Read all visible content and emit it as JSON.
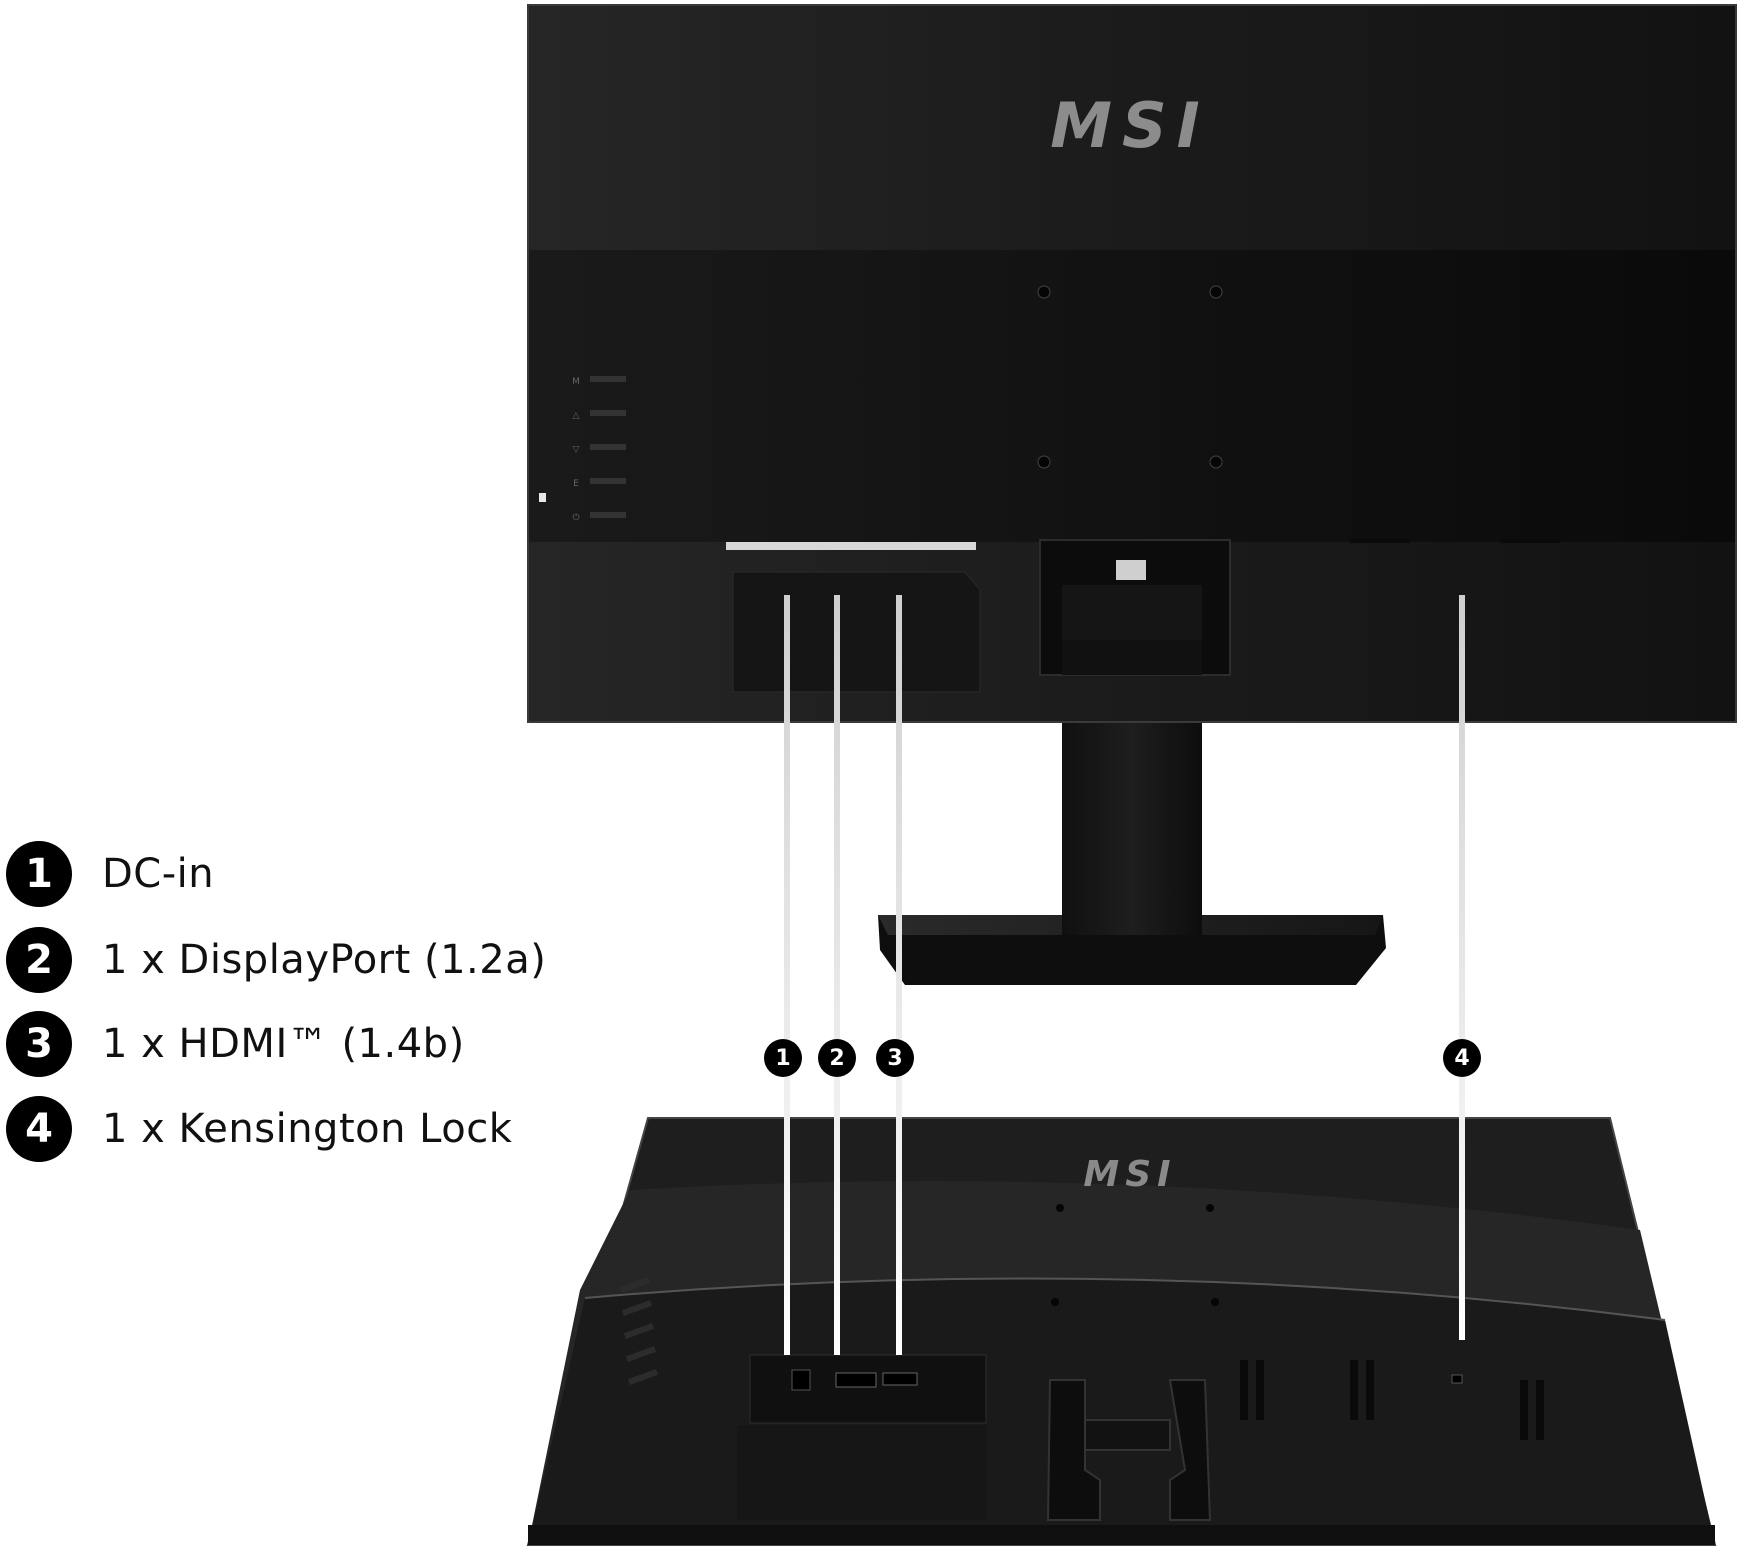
{
  "brand": {
    "logo_text": "MSI"
  },
  "buttons": {
    "labels": [
      "M",
      "△",
      "▽",
      "E",
      "⏻"
    ]
  },
  "legend": [
    {
      "number": "1",
      "label": "DC-in"
    },
    {
      "number": "2",
      "label": "1 x DisplayPort (1.2a)"
    },
    {
      "number": "3",
      "label": "1 x HDMI™ (1.4b)"
    },
    {
      "number": "4",
      "label": "1 x Kensington Lock"
    }
  ],
  "callouts": [
    "1",
    "2",
    "3",
    "4"
  ],
  "colors": {
    "monitor_body": "#1c1c1c",
    "monitor_panel": "#0f0f0f",
    "background": "#ffffff",
    "badge": "#000000"
  }
}
